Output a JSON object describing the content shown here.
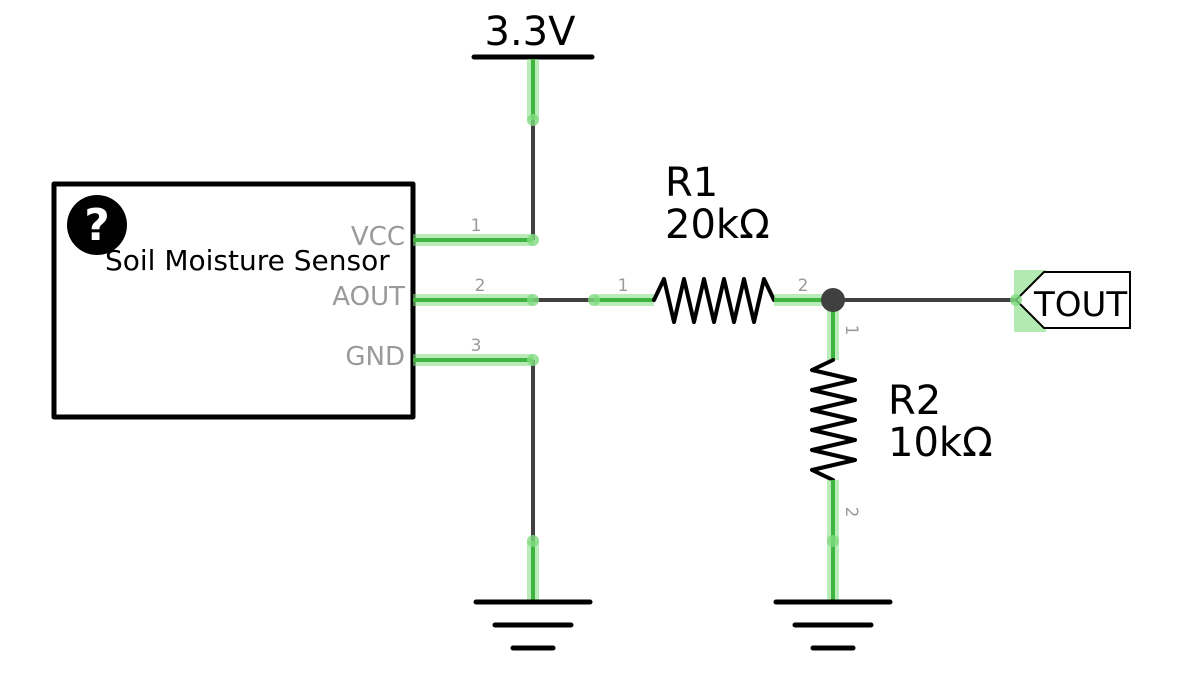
{
  "power": {
    "label": "3.3V"
  },
  "sensor": {
    "name": "Soil Moisture Sensor",
    "unknown_icon": "question-mark-icon",
    "pins": [
      {
        "label": "VCC",
        "number": "1"
      },
      {
        "label": "AOUT",
        "number": "2"
      },
      {
        "label": "GND",
        "number": "3"
      }
    ]
  },
  "r1": {
    "ref": "R1",
    "value": "20kΩ",
    "pin1": "1",
    "pin2": "2"
  },
  "r2": {
    "ref": "R2",
    "value": "10kΩ",
    "pin1": "1",
    "pin2": "2"
  },
  "net_label": {
    "text": "TOUT"
  },
  "colors": {
    "wire": "#404040",
    "connected_leg": "#3fb53f",
    "highlight": "#7fdc7f"
  }
}
